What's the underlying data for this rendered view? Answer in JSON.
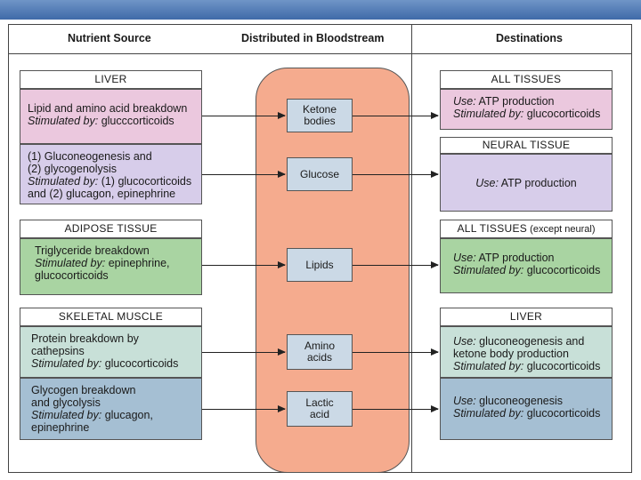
{
  "headers": {
    "nutrient_source": "Nutrient Source",
    "bloodstream": "Distributed in Bloodstream",
    "destinations": "Destinations"
  },
  "sources": {
    "liver": {
      "title": "LIVER",
      "lipid_line1": "Lipid and amino acid breakdown",
      "lipid_stim_label": "Stimulated by:",
      "lipid_stim_value": " glucccorticoids",
      "gluco_line1": "(1) Gluconeogenesis and",
      "gluco_line2": "(2) glycogenolysis",
      "gluco_stim_label": "Stimulated by:",
      "gluco_stim_value": " (1) glucocorticoids",
      "gluco_line4": "and (2) glucagon, epinephrine"
    },
    "adipose": {
      "title": "ADIPOSE TISSUE",
      "line1": "Triglyceride breakdown",
      "stim_label": "Stimulated by:",
      "stim_value": " epinephrine,",
      "line3": "glucocorticoids"
    },
    "muscle": {
      "title": "SKELETAL MUSCLE",
      "protein_line1": "Protein breakdown by",
      "protein_line2": "cathepsins",
      "protein_stim_label": "Stimulated by:",
      "protein_stim_value": " glucocorticoids",
      "glycogen_line1": "Glycogen breakdown",
      "glycogen_line2": "and glycolysis",
      "glycogen_stim_label": "Stimulated by:",
      "glycogen_stim_value": " glucagon,",
      "glycogen_line4": "epinephrine"
    }
  },
  "molecules": {
    "ketone_line1": "Ketone",
    "ketone_line2": "bodies",
    "glucose": "Glucose",
    "lipids": "Lipids",
    "amino_line1": "Amino",
    "amino_line2": "acids",
    "lactic_line1": "Lactic",
    "lactic_line2": "acid"
  },
  "destinations": {
    "all_tissues": {
      "title": "ALL TISSUES",
      "use_label": "Use:",
      "use_value": " ATP production",
      "stim_label": "Stimulated by:",
      "stim_value": " glucocorticoids"
    },
    "neural": {
      "title": "NEURAL TISSUE",
      "use_label": "Use:",
      "use_value": " ATP production"
    },
    "all_except": {
      "title": "ALL TISSUES",
      "title_suffix": " (except neural)",
      "use_label": "Use:",
      "use_value": " ATP production",
      "stim_label": "Stimulated by:",
      "stim_value": " glucocorticoids"
    },
    "liver": {
      "title": "LIVER",
      "a_use_label": "Use:",
      "a_use_value": " gluconeogenesis and",
      "a_line2": "ketone body production",
      "a_stim_label": "Stimulated by:",
      "a_stim_value": " glucocorticoids",
      "b_use_label": "Use:",
      "b_use_value": " gluconeogenesis",
      "b_stim_label": "Stimulated by:",
      "b_stim_value": " glucocorticoids"
    }
  },
  "colors": {
    "header_bar": "#3f6aa8",
    "bloodstream": "#f5ab8e",
    "pink": "#ebc8de",
    "lavender": "#d7cdea",
    "green": "#a9d4a2",
    "mint": "#c8e0d8",
    "steel": "#a5bfd3"
  }
}
